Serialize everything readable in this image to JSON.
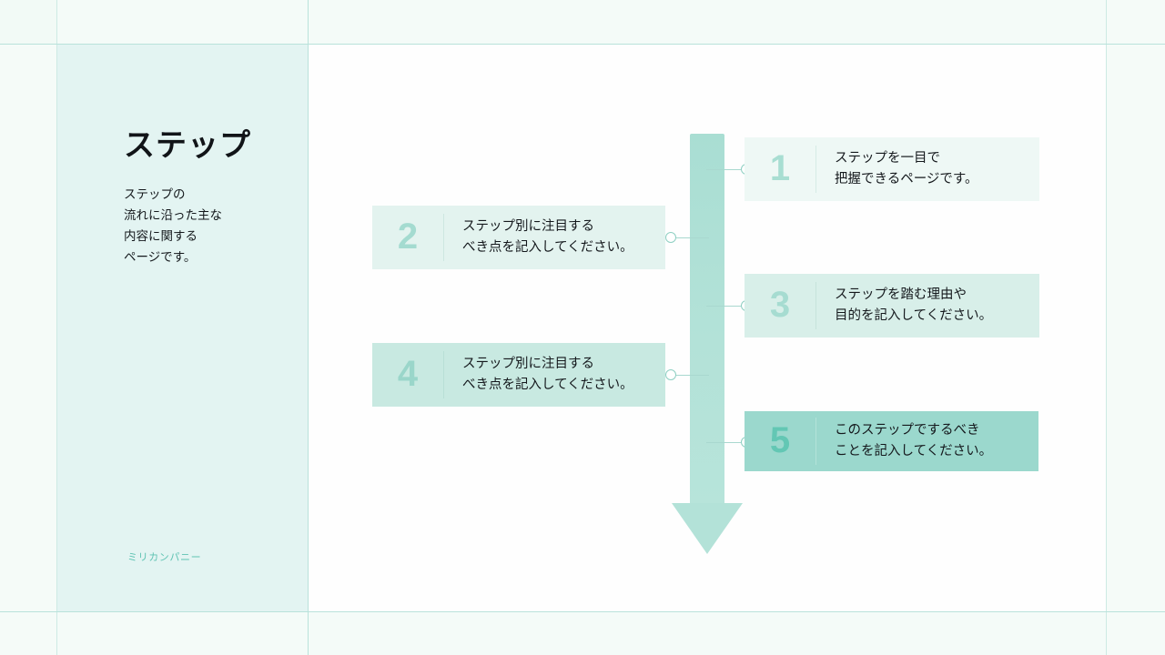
{
  "panel": {
    "title": "ステップ",
    "description": "ステップの\n流れに沿った主な\n内容に関する\nページです。",
    "footer": "ミリカンパニー"
  },
  "diagram": {
    "arrow_direction": "down",
    "arrow_color": "#b3e2d8",
    "connector_dot_color": "#ffffff",
    "connector_stroke_color": "#8fd0c3"
  },
  "steps": [
    {
      "number": "1",
      "text": "ステップを一目で\n把握できるページです。",
      "side": "right",
      "bg": "#eef8f5",
      "num_color": "#a8ded2",
      "divider": "#d5ebe5"
    },
    {
      "number": "2",
      "text": "ステップ別に注目する\nべき点を記入してください。",
      "side": "left",
      "bg": "#e3f3ef",
      "num_color": "#a4dbd0",
      "divider": "#cde7e0"
    },
    {
      "number": "3",
      "text": "ステップを踏む理由や\n目的を記入してください。",
      "side": "right",
      "bg": "#d8efe9",
      "num_color": "#a6dcd1",
      "divider": "#c6e3db"
    },
    {
      "number": "4",
      "text": "ステップ別に注目する\nべき点を記入してください。",
      "side": "left",
      "bg": "#c8e9e1",
      "num_color": "#9ad6ca",
      "divider": "#b8dfd6"
    },
    {
      "number": "5",
      "text": "このステップでするべき\nことを記入してください。",
      "side": "right",
      "bg": "#9bd8cd",
      "num_color": "#63c7b4",
      "divider": "#b4e2d9"
    }
  ]
}
